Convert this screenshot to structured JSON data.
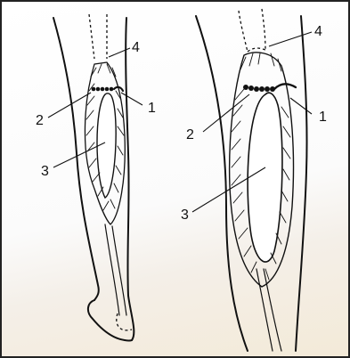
{
  "figure": {
    "left_panel": {
      "labels": {
        "l1": "1",
        "l2": "2",
        "l3": "3",
        "l4": "4"
      }
    },
    "right_panel": {
      "labels": {
        "r1": "1",
        "r2": "2",
        "r3": "3",
        "r4": "4"
      }
    }
  }
}
